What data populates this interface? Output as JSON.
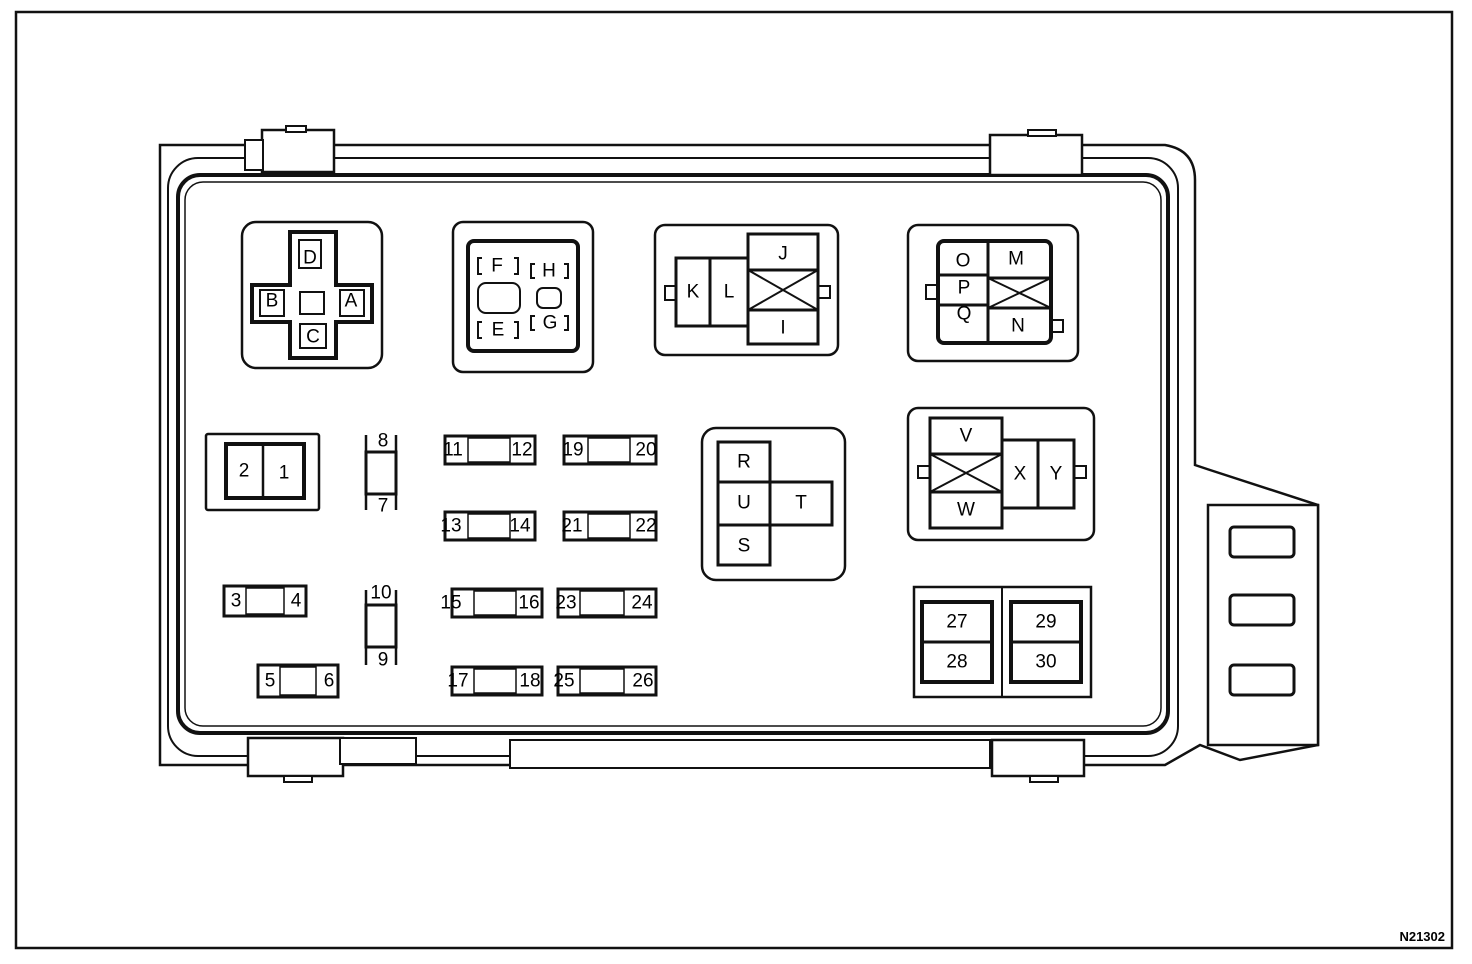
{
  "figure_code": "N21302",
  "labels": {
    "A": "A",
    "B": "B",
    "C": "C",
    "D": "D",
    "E": "E",
    "F": "F",
    "G": "G",
    "H": "H",
    "I": "I",
    "J": "J",
    "K": "K",
    "L": "L",
    "M": "M",
    "N": "N",
    "O": "O",
    "P": "P",
    "Q": "Q",
    "R": "R",
    "S": "S",
    "T": "T",
    "U": "U",
    "V": "V",
    "W": "W",
    "X": "X",
    "Y": "Y"
  },
  "fuses": {
    "f1": "1",
    "f2": "2",
    "f3": "3",
    "f4": "4",
    "f5": "5",
    "f6": "6",
    "f7": "7",
    "f8": "8",
    "f9": "9",
    "f10": "10",
    "f11": "11",
    "f12": "12",
    "f13": "13",
    "f14": "14",
    "f15": "15",
    "f16": "16",
    "f17": "17",
    "f18": "18",
    "f19": "19",
    "f20": "20",
    "f21": "21",
    "f22": "22",
    "f23": "23",
    "f24": "24",
    "f25": "25",
    "f26": "26",
    "f27": "27",
    "f28": "28",
    "f29": "29",
    "f30": "30"
  }
}
